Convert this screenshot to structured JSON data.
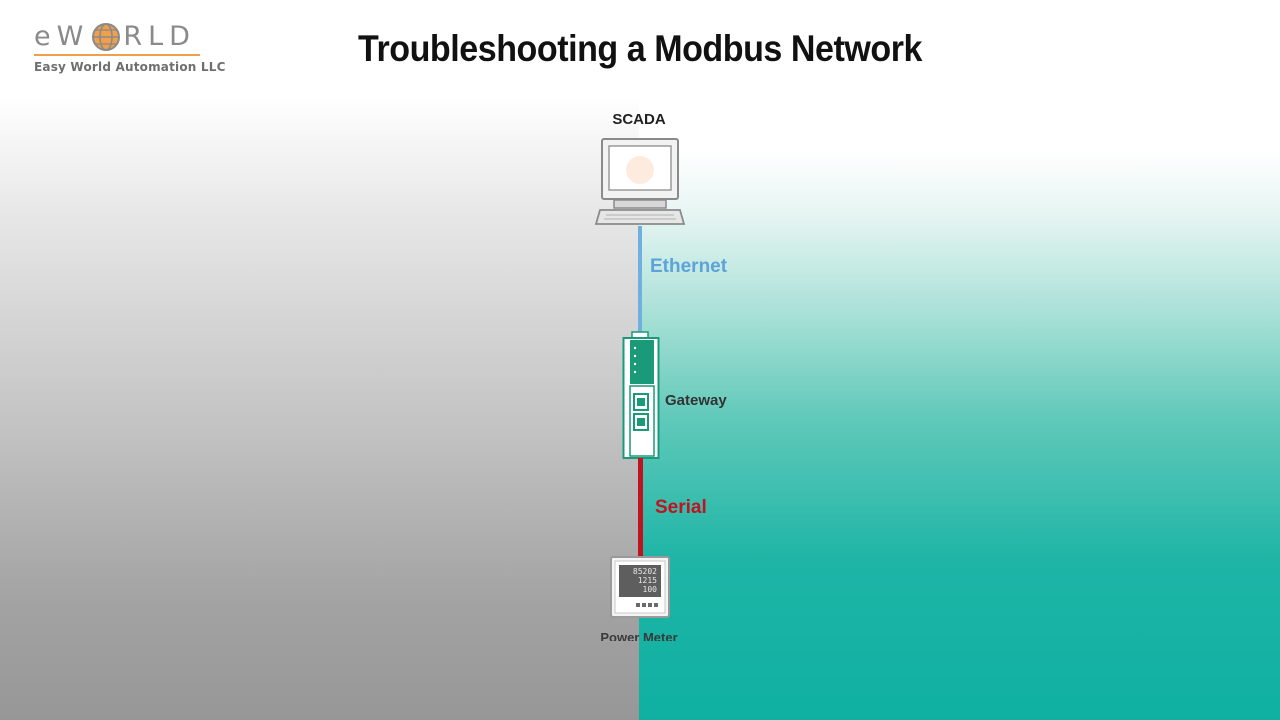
{
  "brand": {
    "logo_letters_left": "eW",
    "logo_letters_right": "RLD",
    "company_name": "Easy World Automation LLC",
    "globe_color": "#f0a04b"
  },
  "title": "Troubleshooting a Modbus Network",
  "diagram": {
    "nodes": {
      "scada": {
        "label": "SCADA",
        "icon": "computer-icon"
      },
      "gateway": {
        "label": "Gateway",
        "icon": "gateway-icon",
        "color": "#1a9a78"
      },
      "power_meter": {
        "label": "Power Meter",
        "icon": "power-meter-icon",
        "display_lines": [
          "85202",
          "1215",
          "100"
        ]
      }
    },
    "links": {
      "ethernet": {
        "label": "Ethernet",
        "color": "#5ba3d9"
      },
      "serial": {
        "label": "Serial",
        "color": "#c1121f"
      }
    }
  },
  "background": {
    "left_color": "#979797",
    "right_color": "#0fb0a2"
  }
}
